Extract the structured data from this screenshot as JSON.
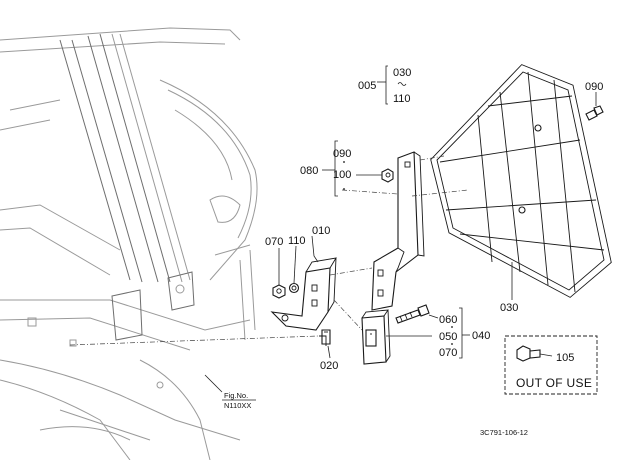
{
  "callouts": {
    "c005": "005",
    "c030_top": "030",
    "c110_top": "110",
    "c090_right": "090",
    "c080": "080",
    "c090_left": "090",
    "c100": "100",
    "c070_left": "070",
    "c110_left": "110",
    "c010": "010",
    "c020": "020",
    "c060": "060",
    "c050": "050",
    "c070_right": "070",
    "c040": "040",
    "c030_net": "030",
    "c105": "105"
  },
  "out_of_use": "OUT OF USE",
  "figure_ref": {
    "label": "Fig.No.",
    "number": "N110XX"
  },
  "diagram_code": "3C791-106-12"
}
